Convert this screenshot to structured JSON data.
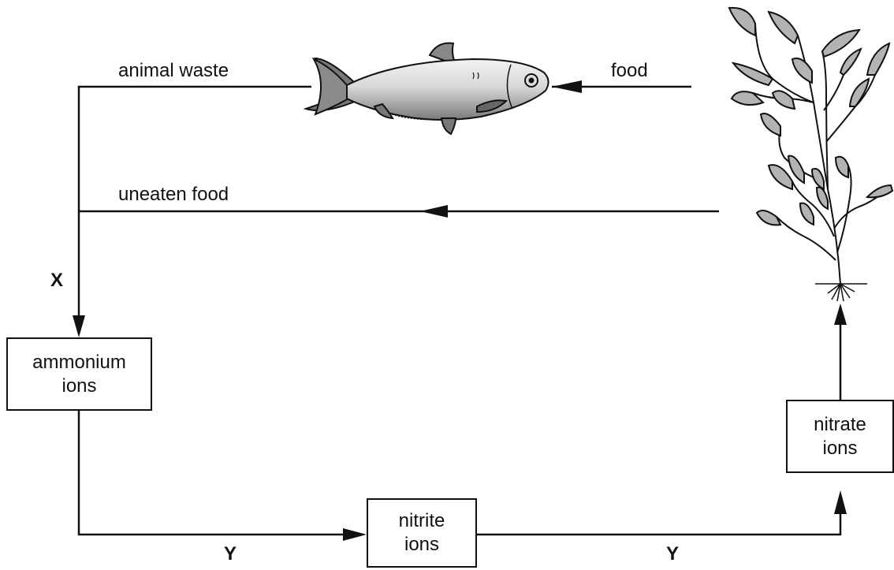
{
  "labels": {
    "animal_waste": "animal waste",
    "food": "food",
    "uneaten_food": "uneaten food",
    "x": "X",
    "y_left": "Y",
    "y_right": "Y"
  },
  "boxes": {
    "ammonium": {
      "line1": "ammonium",
      "line2": "ions"
    },
    "nitrite": {
      "line1": "nitrite",
      "line2": "ions"
    },
    "nitrate": {
      "line1": "nitrate",
      "line2": "ions"
    }
  },
  "icons": {
    "fish": "fish-icon",
    "plant": "aquatic-plant-icon"
  },
  "colors": {
    "line": "#111111",
    "leaf_fill": "#b3b3b3",
    "fish_fill": "#c8c8c8"
  }
}
